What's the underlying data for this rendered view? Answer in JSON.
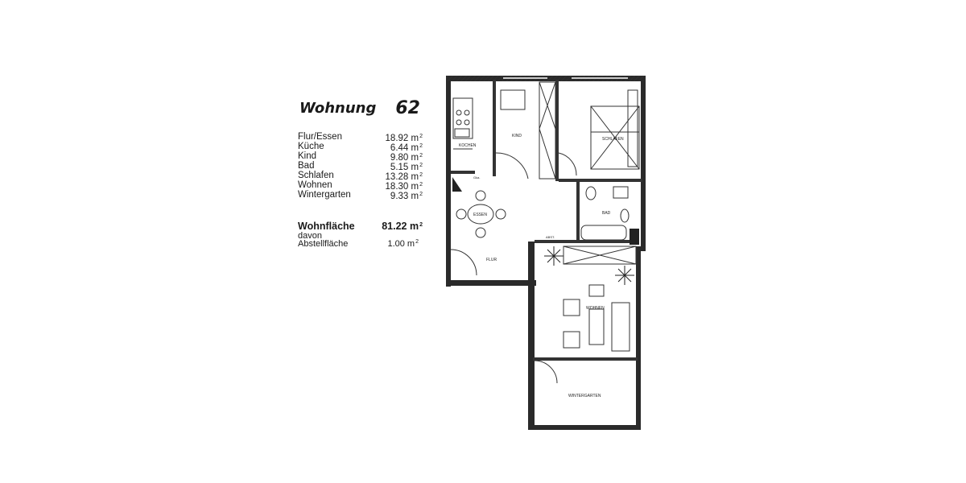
{
  "header": {
    "title": "Wohnung",
    "number": "62"
  },
  "rooms": [
    {
      "name": "Flur/Essen",
      "area": "18.92 m",
      "unit": "2"
    },
    {
      "name": "Küche",
      "area": "6.44 m",
      "unit": "2"
    },
    {
      "name": "Kind",
      "area": "9.80 m",
      "unit": "2"
    },
    {
      "name": "Bad",
      "area": "5.15 m",
      "unit": "2"
    },
    {
      "name": "Schlafen",
      "area": "13.28 m",
      "unit": "2"
    },
    {
      "name": "Wohnen",
      "area": "18.30 m",
      "unit": "2"
    },
    {
      "name": "Wintergarten",
      "area": "9.33 m",
      "unit": "2"
    }
  ],
  "summary": {
    "total_label": "Wohnfläche",
    "total_value": "81.22 m",
    "total_unit": "2",
    "davon": "davon",
    "storage_label": "Abstellfläche",
    "storage_value": "1.00 m",
    "storage_unit": "2"
  },
  "plan_labels": {
    "kochen": "KOCHEN",
    "kind": "KIND",
    "schlafen": "SCHLAFEN",
    "bad": "BAD",
    "essen": "ESSEN",
    "flur": "FLUR",
    "wohnen": "WOHNEN",
    "wintergarten": "WINTERGARTEN",
    "gard": "Gka.",
    "abst": "ABST."
  }
}
